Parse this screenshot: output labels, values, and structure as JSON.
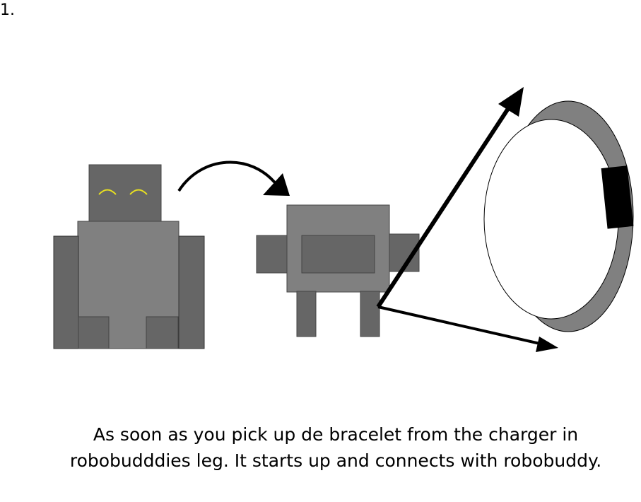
{
  "step": {
    "number": "1."
  },
  "caption": {
    "line1": "As soon as you pick up de bracelet from the charger in",
    "line2": "robobudddies leg. It starts up and connects with robobuddy."
  },
  "colors": {
    "robot_dark": "#666666",
    "robot_mid": "#808080",
    "eye_yellow": "#e8e020",
    "bracelet_band": "#808080",
    "arrow": "#000000"
  }
}
